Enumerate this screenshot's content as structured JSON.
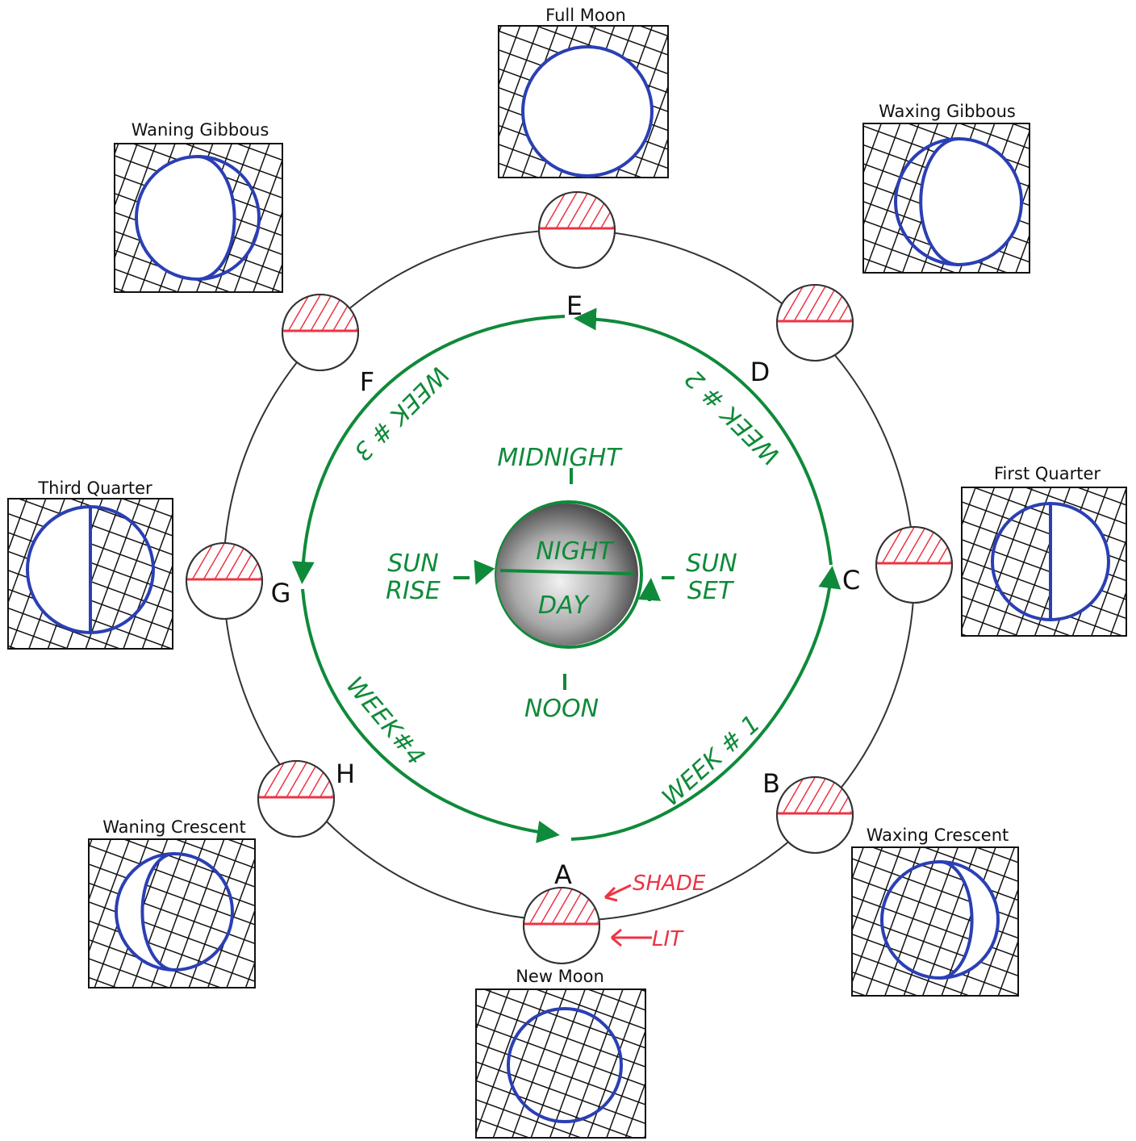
{
  "colors": {
    "orbit": "#333333",
    "green": "#0f8a3a",
    "red": "#ee3344",
    "blue": "#2b3fb4",
    "hatch": "#111111"
  },
  "phases": [
    {
      "key": "full",
      "label": "Full Moon"
    },
    {
      "key": "waxing_gibbous",
      "label": "Waxing Gibbous"
    },
    {
      "key": "first_quarter",
      "label": "First Quarter"
    },
    {
      "key": "waxing_crescent",
      "label": "Waxing Crescent"
    },
    {
      "key": "new",
      "label": "New Moon"
    },
    {
      "key": "waning_crescent",
      "label": "Waning Crescent"
    },
    {
      "key": "third_quarter",
      "label": "Third Quarter"
    },
    {
      "key": "waning_gibbous",
      "label": "Waning Gibbous"
    }
  ],
  "positions": [
    "A",
    "B",
    "C",
    "D",
    "E",
    "F",
    "G",
    "H"
  ],
  "weeks": [
    "WEEK # 1",
    "WEEK # 2",
    "WEEK # 3",
    "WEEK#4"
  ],
  "earth": {
    "night": "NIGHT",
    "day": "DAY",
    "midnight": "MIDNIGHT",
    "noon": "NOON",
    "sunrise_1": "SUN",
    "sunrise_2": "RISE",
    "sunset_1": "SUN",
    "sunset_2": "SET"
  },
  "legend": {
    "shade": "SHADE",
    "lit": "LIT"
  }
}
